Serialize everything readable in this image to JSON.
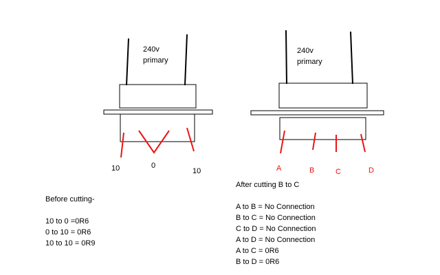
{
  "colors": {
    "ink": "#000000",
    "wire_red": "#ee1111",
    "background": "#ffffff"
  },
  "before": {
    "primary_line1": "240v",
    "primary_line2": "primary",
    "terminal_labels": [
      "10",
      "0",
      "10"
    ],
    "notes_title": "Before cutting-",
    "notes": [
      "10 to 0 =0R6",
      "0 to 10 = 0R6",
      "10 to 10 = 0R9"
    ]
  },
  "after": {
    "primary_line1": "240v",
    "primary_line2": "primary",
    "terminal_labels": [
      "A",
      "B",
      "C",
      "D"
    ],
    "notes_title": "After cutting B to C",
    "notes": [
      "A to B = No Connection",
      "B to C = No Connection",
      "C to D = No Connection",
      "A to D = No Connection",
      "A to C = 0R6",
      "B to D = 0R6"
    ]
  }
}
